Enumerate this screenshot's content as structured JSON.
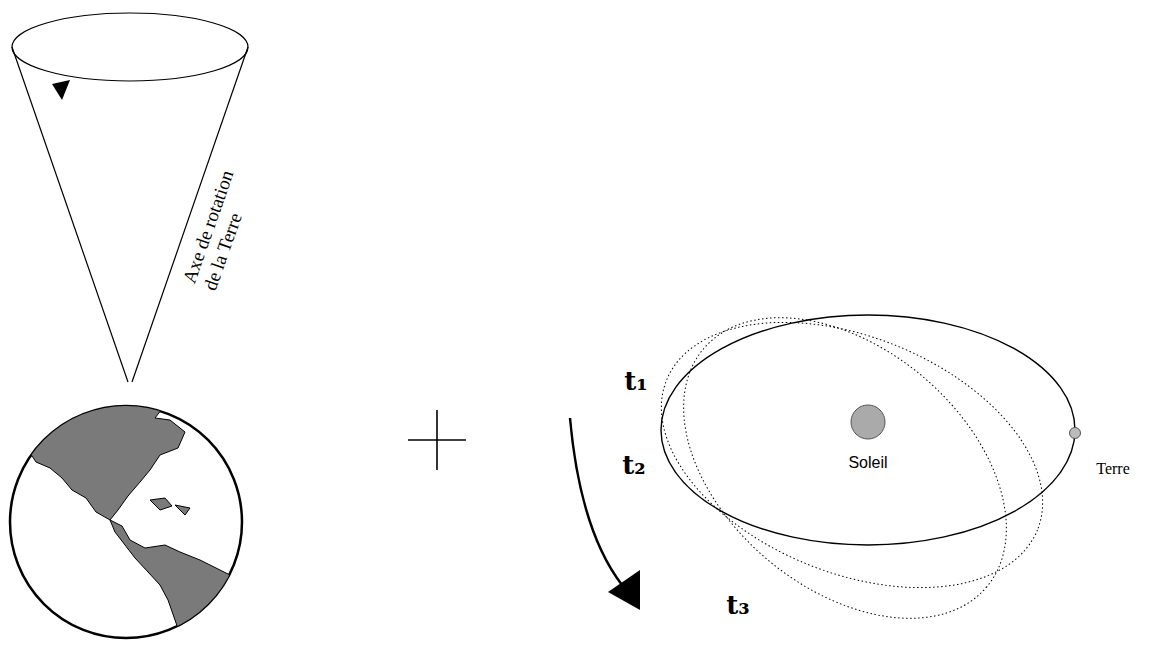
{
  "diagram": {
    "labels": [
      "Axe de rotation de la Terre",
      "t₁",
      "t₂",
      "t₃",
      "Soleil",
      "Terre"
    ]
  }
}
